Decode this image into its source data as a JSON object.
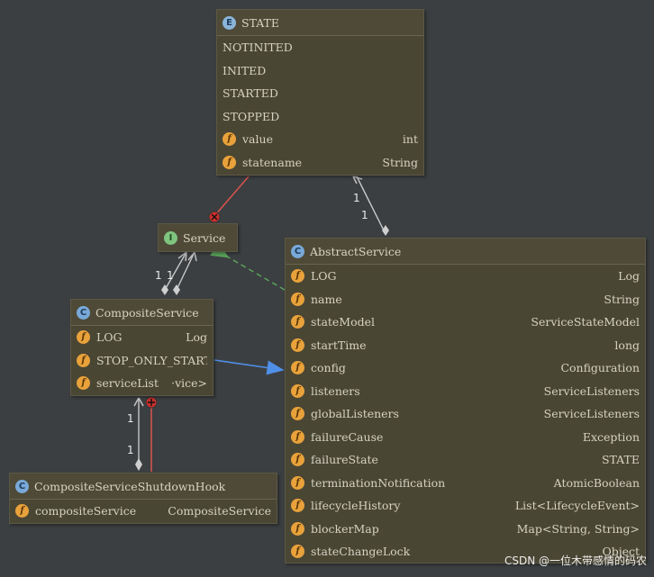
{
  "state": {
    "kind": "E",
    "title": "STATE",
    "constants": [
      "NOTINITED",
      "INITED",
      "STARTED",
      "STOPPED"
    ],
    "fields": [
      {
        "name": "value",
        "type": "int"
      },
      {
        "name": "statename",
        "type": "String"
      }
    ]
  },
  "service": {
    "kind": "I",
    "title": "Service"
  },
  "abstract_service": {
    "kind": "C",
    "title": "AbstractService",
    "fields": [
      {
        "name": "LOG",
        "type": "Log"
      },
      {
        "name": "name",
        "type": "String"
      },
      {
        "name": "stateModel",
        "type": "ServiceStateModel"
      },
      {
        "name": "startTime",
        "type": "long"
      },
      {
        "name": "config",
        "type": "Configuration"
      },
      {
        "name": "listeners",
        "type": "ServiceListeners"
      },
      {
        "name": "globalListeners",
        "type": "ServiceListeners"
      },
      {
        "name": "failureCause",
        "type": "Exception"
      },
      {
        "name": "failureState",
        "type": "STATE"
      },
      {
        "name": "terminationNotification",
        "type": "AtomicBoolean"
      },
      {
        "name": "lifecycleHistory",
        "type": "List<LifecycleEvent>"
      },
      {
        "name": "blockerMap",
        "type": "Map<String, String>"
      },
      {
        "name": "stateChangeLock",
        "type": "Object"
      }
    ]
  },
  "composite_service": {
    "kind": "C",
    "title": "CompositeService",
    "fields": [
      {
        "name": "LOG",
        "type": "Log"
      },
      {
        "name": "STOP_ONLY_STARTED_",
        "type": ""
      },
      {
        "name": "serviceList",
        "type": "·vice>"
      }
    ]
  },
  "shutdown_hook": {
    "kind": "C",
    "title": "CompositeServiceShutdownHook",
    "fields": [
      {
        "name": "compositeService",
        "type": "CompositeService"
      }
    ]
  },
  "multiplicities": {
    "state_abstract_a": "1",
    "state_abstract_b": "1",
    "service_star": "*",
    "service_composite_a": "1",
    "service_composite_b": "1",
    "composite_hook_a": "1",
    "composite_hook_b": "1"
  },
  "field_icon": "f",
  "watermark": "CSDN @一位木带感情的码农",
  "colors": {
    "background": "#3c3f41",
    "node": "#4a4634",
    "field_icon": "#e9a23b",
    "association": "#4f8fe8",
    "inner_link": "#d9534f",
    "realization": "#5aa55a"
  }
}
